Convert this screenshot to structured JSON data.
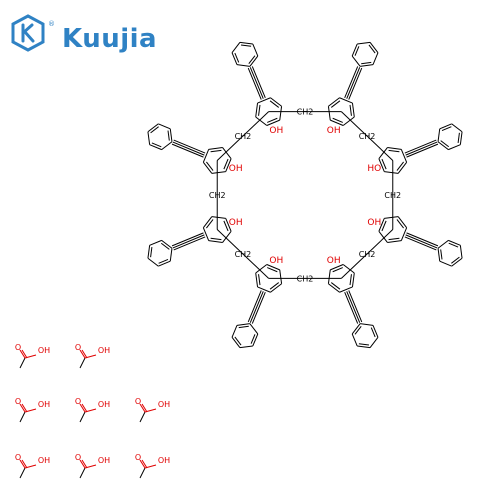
{
  "brand": {
    "name": "Kuujia",
    "reg_mark": "®",
    "color": "#2f82c4"
  },
  "structure": {
    "atom_colors": {
      "bond": "#000000",
      "oxygen": "#e00000"
    },
    "ring_bridge_label": "CH2",
    "phenol_label": "OH",
    "phenol_label_alt": "HO",
    "hydroxyl_h_label": "H",
    "hydroxyl_o_label": "O",
    "macrocycle_units": 8
  },
  "acetic_acid": {
    "label": "OH",
    "count": 8,
    "oxygen_color": "#e00000"
  }
}
